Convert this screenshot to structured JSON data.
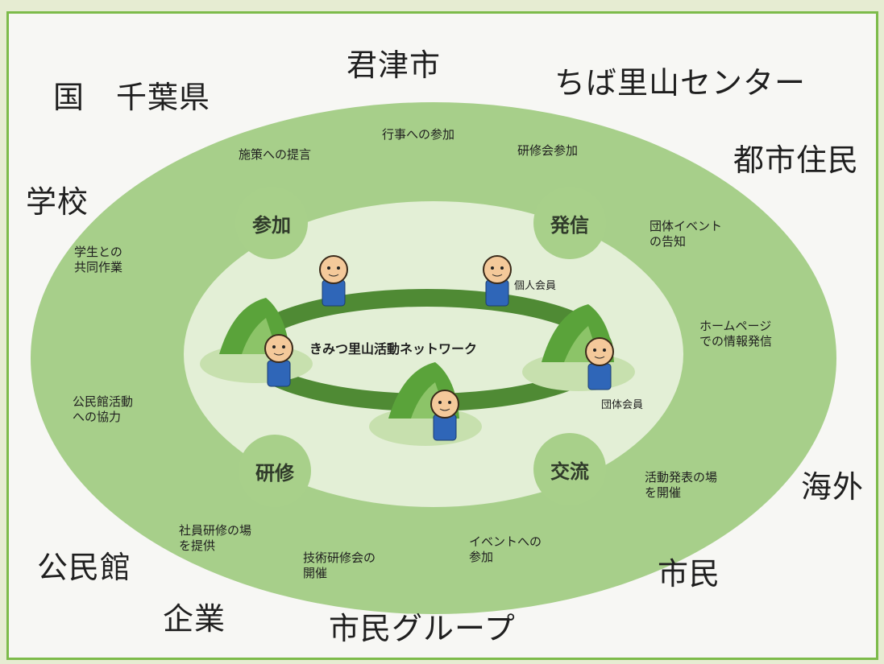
{
  "outer": {
    "kuni_chiba": "国　千葉県",
    "kimitsu": "君津市",
    "satoyama_center": "ちば里山センター",
    "toshi_jumin": "都市住民",
    "gakko": "学校",
    "kaigai": "海外",
    "kominkan": "公民館",
    "kigyo": "企業",
    "shimin": "市民",
    "shimin_group": "市民グループ"
  },
  "activities": {
    "shisaku": "施策への提言",
    "gyoji": "行事への参加",
    "kenshukai_sanka": "研修会参加",
    "dantai_event": "団体イベント\nの告知",
    "gakusei": "学生との\n共同作業",
    "homepage": "ホームページ\nでの情報発信",
    "kominkan_katsudo": "公民館活動\nへの協力",
    "katsudo_happyo": "活動発表の場\nを開催",
    "shain_kenshu": "社員研修の場\nを提供",
    "gijutsu_kenshu": "技術研修会の\n開催",
    "event_sanka": "イベントへの\n参加"
  },
  "circles": {
    "sanka": "参加",
    "hasshin": "発信",
    "kenshu": "研修",
    "koryu": "交流"
  },
  "center": {
    "network": "きみつ里山活動ネットワーク",
    "kojin": "個人会員",
    "dantai": "団体会員"
  },
  "colors": {
    "outer_ellipse": "#a7cf8a",
    "inner_ellipse": "#e3efd6",
    "ring": "#4f8a34",
    "frame": "#7dbb4a",
    "face": "#f4c99a",
    "body": "#2f66b8"
  }
}
